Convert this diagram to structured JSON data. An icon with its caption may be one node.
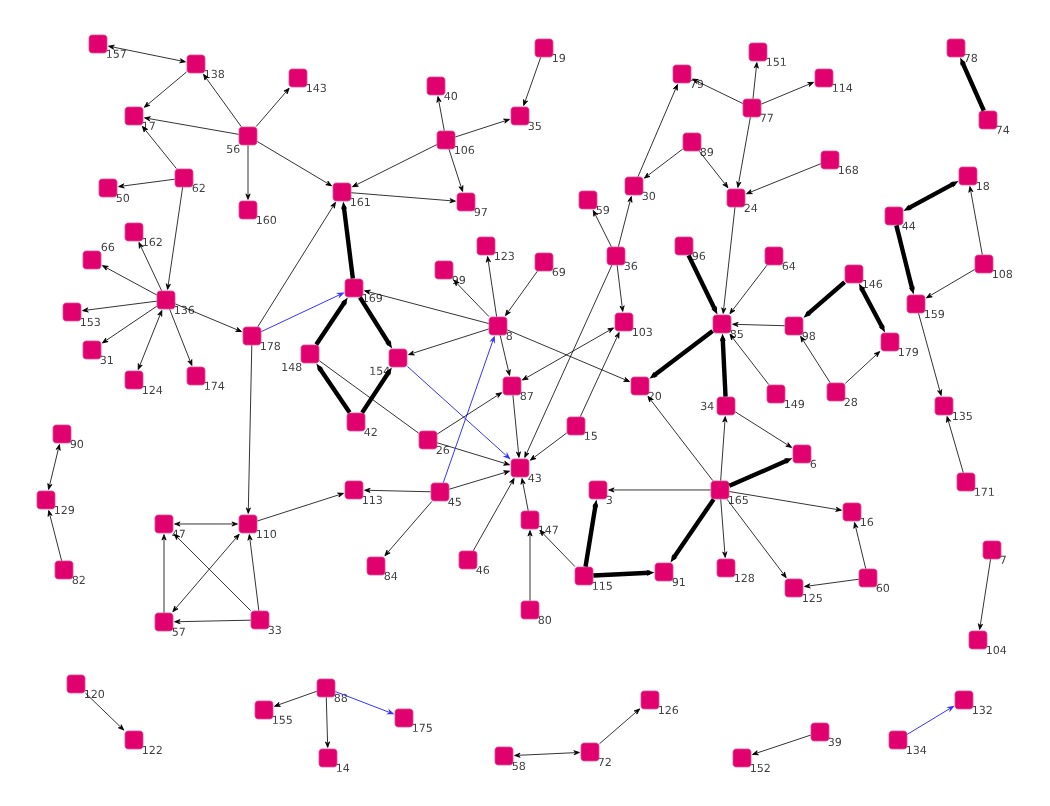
{
  "diagram": {
    "nodes": [
      {
        "text": [
          "157"
        ]
      },
      {
        "text": [
          "138"
        ]
      },
      {
        "text": [
          "143"
        ]
      },
      {
        "text": [
          "17"
        ]
      },
      {
        "text": [
          "56"
        ]
      },
      {
        "text": [
          "62"
        ]
      },
      {
        "text": [
          "50"
        ]
      },
      {
        "text": [
          "160"
        ]
      },
      {
        "text": [
          "161"
        ]
      },
      {
        "text": [
          "162"
        ]
      },
      {
        "text": [
          "66"
        ]
      },
      {
        "text": [
          "136"
        ]
      },
      {
        "text": [
          "153"
        ]
      },
      {
        "text": [
          "31"
        ]
      },
      {
        "text": [
          "124"
        ]
      },
      {
        "text": [
          "174"
        ]
      },
      {
        "text": [
          "178"
        ]
      },
      {
        "text": [
          "169"
        ]
      },
      {
        "text": [
          "148"
        ]
      },
      {
        "text": [
          "154"
        ]
      },
      {
        "text": [
          "42"
        ]
      },
      {
        "text": [
          "19"
        ]
      },
      {
        "text": [
          "40"
        ]
      },
      {
        "text": [
          "35"
        ]
      },
      {
        "text": [
          "106"
        ]
      },
      {
        "text": [
          "97"
        ]
      },
      {
        "text": [
          "123"
        ]
      },
      {
        "text": [
          "99"
        ]
      },
      {
        "text": [
          "69"
        ]
      },
      {
        "text": [
          "8"
        ]
      },
      {
        "text": [
          "87"
        ]
      },
      {
        "text": [
          "59"
        ]
      },
      {
        "text": [
          "30"
        ]
      },
      {
        "text": [
          "36"
        ]
      },
      {
        "text": [
          "103"
        ]
      },
      {
        "text": [
          "20"
        ]
      },
      {
        "text": [
          "79"
        ]
      },
      {
        "text": [
          "89"
        ]
      },
      {
        "text": [
          "151"
        ]
      },
      {
        "text": [
          "114"
        ]
      },
      {
        "text": [
          "77"
        ]
      },
      {
        "text": [
          "168"
        ]
      },
      {
        "text": [
          "24"
        ]
      },
      {
        "text": [
          "78"
        ]
      },
      {
        "text": [
          "74"
        ]
      },
      {
        "text": [
          "18"
        ]
      },
      {
        "text": [
          "44"
        ]
      },
      {
        "text": [
          "96"
        ]
      },
      {
        "text": [
          "64"
        ]
      },
      {
        "text": [
          "146"
        ]
      },
      {
        "text": [
          "108"
        ]
      },
      {
        "text": [
          "159"
        ]
      },
      {
        "text": [
          "85"
        ]
      },
      {
        "text": [
          "98"
        ]
      },
      {
        "text": [
          "179"
        ]
      },
      {
        "text": [
          "28"
        ]
      },
      {
        "text": [
          "149"
        ]
      },
      {
        "text": [
          "34"
        ]
      },
      {
        "text": [
          "135"
        ]
      },
      {
        "text": [
          "90"
        ]
      },
      {
        "text": [
          "129"
        ]
      },
      {
        "text": [
          "82"
        ]
      },
      {
        "text": [
          "47"
        ]
      },
      {
        "text": [
          "110"
        ]
      },
      {
        "text": [
          "57"
        ]
      },
      {
        "text": [
          "33"
        ]
      },
      {
        "text": [
          "26"
        ]
      },
      {
        "text": [
          "15"
        ]
      },
      {
        "text": [
          "43"
        ]
      },
      {
        "text": [
          "113"
        ]
      },
      {
        "text": [
          "45"
        ]
      },
      {
        "text": [
          "3"
        ]
      },
      {
        "text": [
          "147"
        ]
      },
      {
        "text": [
          "84"
        ]
      },
      {
        "text": [
          "46"
        ]
      },
      {
        "text": [
          "115"
        ]
      },
      {
        "text": [
          "91"
        ]
      },
      {
        "text": [
          "80"
        ]
      },
      {
        "text": [
          "6"
        ]
      },
      {
        "text": [
          "165"
        ]
      },
      {
        "text": [
          "16"
        ]
      },
      {
        "text": [
          "171"
        ]
      },
      {
        "text": [
          "128"
        ]
      },
      {
        "text": [
          "125"
        ]
      },
      {
        "text": [
          "60"
        ]
      },
      {
        "text": [
          "7"
        ]
      },
      {
        "text": [
          "104"
        ]
      },
      {
        "text": [
          "120"
        ]
      },
      {
        "text": [
          "122"
        ]
      },
      {
        "text": [
          "88"
        ]
      },
      {
        "text": [
          "155"
        ]
      },
      {
        "text": [
          "14"
        ]
      },
      {
        "text": [
          "175"
        ]
      },
      {
        "text": [
          "126"
        ]
      },
      {
        "text": [
          "58"
        ]
      },
      {
        "text": [
          "72"
        ]
      },
      {
        "text": [
          "39"
        ]
      },
      {
        "text": [
          "152"
        ]
      },
      {
        "text": [
          "134"
        ]
      },
      {
        "text": [
          "132"
        ]
      }
    ],
    "edges": [
      {
        "from": 0,
        "to": 1,
        "arrow": "both"
      },
      {
        "from": 4,
        "to": 1,
        "arrow": "to"
      },
      {
        "from": 1,
        "to": 3,
        "arrow": "to"
      },
      {
        "from": 4,
        "to": 2,
        "arrow": "to"
      },
      {
        "from": 4,
        "to": 3,
        "arrow": "to"
      },
      {
        "from": 5,
        "to": 3,
        "arrow": "to"
      },
      {
        "from": 5,
        "to": 6,
        "arrow": "to"
      },
      {
        "from": 4,
        "to": 7,
        "arrow": "to"
      },
      {
        "from": 4,
        "to": 8,
        "arrow": "to"
      },
      {
        "from": 5,
        "to": 11,
        "arrow": "to"
      },
      {
        "from": 11,
        "to": 9,
        "arrow": "to"
      },
      {
        "from": 11,
        "to": 10,
        "arrow": "to"
      },
      {
        "from": 11,
        "to": 12,
        "arrow": "to"
      },
      {
        "from": 11,
        "to": 13,
        "arrow": "to"
      },
      {
        "from": 11,
        "to": 14,
        "arrow": "both"
      },
      {
        "from": 11,
        "to": 15,
        "arrow": "to"
      },
      {
        "from": 11,
        "to": 16,
        "arrow": "to"
      },
      {
        "from": 16,
        "to": 8,
        "arrow": "to"
      },
      {
        "from": 16,
        "to": 17,
        "arrow": "to",
        "color": "#3333ff"
      },
      {
        "from": 17,
        "to": 8,
        "arrow": "to",
        "style": "thick"
      },
      {
        "from": 16,
        "to": 63,
        "arrow": "to"
      },
      {
        "from": 18,
        "to": 17,
        "arrow": "to",
        "style": "thick"
      },
      {
        "from": 20,
        "to": 18,
        "arrow": "to",
        "style": "thick"
      },
      {
        "from": 20,
        "to": 19,
        "arrow": "to",
        "style": "thick"
      },
      {
        "from": 17,
        "to": 19,
        "arrow": "to",
        "style": "thick"
      },
      {
        "from": 18,
        "to": 66,
        "arrow": "none"
      },
      {
        "from": 66,
        "to": 68,
        "arrow": "to"
      },
      {
        "from": 19,
        "to": 68,
        "arrow": "to",
        "color": "#3333ff"
      },
      {
        "from": 70,
        "to": 29,
        "arrow": "to",
        "color": "#3333ff"
      },
      {
        "from": 29,
        "to": 17,
        "arrow": "to"
      },
      {
        "from": 29,
        "to": 19,
        "arrow": "to"
      },
      {
        "from": 29,
        "to": 26,
        "arrow": "to"
      },
      {
        "from": 29,
        "to": 27,
        "arrow": "to"
      },
      {
        "from": 28,
        "to": 29,
        "arrow": "to"
      },
      {
        "from": 29,
        "to": 30,
        "arrow": "to"
      },
      {
        "from": 29,
        "to": 35,
        "arrow": "to"
      },
      {
        "from": 66,
        "to": 30,
        "arrow": "to"
      },
      {
        "from": 30,
        "to": 68,
        "arrow": "to"
      },
      {
        "from": 30,
        "to": 34,
        "arrow": "both"
      },
      {
        "from": 33,
        "to": 31,
        "arrow": "to"
      },
      {
        "from": 33,
        "to": 32,
        "arrow": "to"
      },
      {
        "from": 33,
        "to": 34,
        "arrow": "to"
      },
      {
        "from": 33,
        "to": 68,
        "arrow": "to"
      },
      {
        "from": 67,
        "to": 34,
        "arrow": "to"
      },
      {
        "from": 67,
        "to": 68,
        "arrow": "to"
      },
      {
        "from": 32,
        "to": 36,
        "arrow": "to"
      },
      {
        "from": 37,
        "to": 32,
        "arrow": "to"
      },
      {
        "from": 24,
        "to": 22,
        "arrow": "to"
      },
      {
        "from": 24,
        "to": 23,
        "arrow": "to"
      },
      {
        "from": 21,
        "to": 23,
        "arrow": "to"
      },
      {
        "from": 24,
        "to": 25,
        "arrow": "to"
      },
      {
        "from": 24,
        "to": 8,
        "arrow": "to"
      },
      {
        "from": 8,
        "to": 25,
        "arrow": "to"
      },
      {
        "from": 40,
        "to": 36,
        "arrow": "to"
      },
      {
        "from": 40,
        "to": 38,
        "arrow": "to"
      },
      {
        "from": 40,
        "to": 39,
        "arrow": "to"
      },
      {
        "from": 40,
        "to": 42,
        "arrow": "to"
      },
      {
        "from": 37,
        "to": 42,
        "arrow": "to"
      },
      {
        "from": 41,
        "to": 42,
        "arrow": "to"
      },
      {
        "from": 42,
        "to": 52,
        "arrow": "to"
      },
      {
        "from": 44,
        "to": 43,
        "arrow": "to",
        "style": "thick"
      },
      {
        "from": 46,
        "to": 45,
        "arrow": "both",
        "style": "thick"
      },
      {
        "from": 46,
        "to": 51,
        "arrow": "to",
        "style": "thick"
      },
      {
        "from": 50,
        "to": 45,
        "arrow": "to"
      },
      {
        "from": 50,
        "to": 51,
        "arrow": "to"
      },
      {
        "from": 51,
        "to": 58,
        "arrow": "to"
      },
      {
        "from": 81,
        "to": 58,
        "arrow": "to"
      },
      {
        "from": 47,
        "to": 52,
        "arrow": "to",
        "style": "thick"
      },
      {
        "from": 48,
        "to": 52,
        "arrow": "to"
      },
      {
        "from": 53,
        "to": 52,
        "arrow": "to"
      },
      {
        "from": 57,
        "to": 52,
        "arrow": "to",
        "style": "thick"
      },
      {
        "from": 56,
        "to": 52,
        "arrow": "to"
      },
      {
        "from": 49,
        "to": 53,
        "arrow": "to",
        "style": "thick"
      },
      {
        "from": 49,
        "to": 54,
        "arrow": "both",
        "style": "thick"
      },
      {
        "from": 55,
        "to": 53,
        "arrow": "to"
      },
      {
        "from": 55,
        "to": 54,
        "arrow": "to"
      },
      {
        "from": 52,
        "to": 35,
        "arrow": "to",
        "style": "thick"
      },
      {
        "from": 79,
        "to": 35,
        "arrow": "to"
      },
      {
        "from": 79,
        "to": 57,
        "arrow": "to"
      },
      {
        "from": 57,
        "to": 78,
        "arrow": "to"
      },
      {
        "from": 79,
        "to": 78,
        "arrow": "to",
        "style": "thick"
      },
      {
        "from": 79,
        "to": 80,
        "arrow": "to"
      },
      {
        "from": 79,
        "to": 83,
        "arrow": "to"
      },
      {
        "from": 79,
        "to": 82,
        "arrow": "to"
      },
      {
        "from": 79,
        "to": 71,
        "arrow": "to"
      },
      {
        "from": 79,
        "to": 76,
        "arrow": "to",
        "style": "thick"
      },
      {
        "from": 84,
        "to": 80,
        "arrow": "to"
      },
      {
        "from": 84,
        "to": 83,
        "arrow": "to"
      },
      {
        "from": 75,
        "to": 71,
        "arrow": "to",
        "style": "thick"
      },
      {
        "from": 75,
        "to": 76,
        "arrow": "to",
        "style": "thick"
      },
      {
        "from": 75,
        "to": 72,
        "arrow": "to"
      },
      {
        "from": 72,
        "to": 68,
        "arrow": "to"
      },
      {
        "from": 77,
        "to": 72,
        "arrow": "to"
      },
      {
        "from": 70,
        "to": 68,
        "arrow": "to"
      },
      {
        "from": 70,
        "to": 69,
        "arrow": "to"
      },
      {
        "from": 70,
        "to": 73,
        "arrow": "to"
      },
      {
        "from": 74,
        "to": 68,
        "arrow": "to"
      },
      {
        "from": 63,
        "to": 62,
        "arrow": "both"
      },
      {
        "from": 63,
        "to": 69,
        "arrow": "to"
      },
      {
        "from": 64,
        "to": 62,
        "arrow": "to"
      },
      {
        "from": 63,
        "to": 64,
        "arrow": "both"
      },
      {
        "from": 65,
        "to": 62,
        "arrow": "to"
      },
      {
        "from": 65,
        "to": 64,
        "arrow": "to"
      },
      {
        "from": 65,
        "to": 63,
        "arrow": "to"
      },
      {
        "from": 59,
        "to": 60,
        "arrow": "both"
      },
      {
        "from": 61,
        "to": 60,
        "arrow": "to"
      },
      {
        "from": 87,
        "to": 88,
        "arrow": "to"
      },
      {
        "from": 89,
        "to": 90,
        "arrow": "to"
      },
      {
        "from": 89,
        "to": 91,
        "arrow": "to"
      },
      {
        "from": 89,
        "to": 92,
        "arrow": "to",
        "color": "#3333ff"
      },
      {
        "from": 95,
        "to": 93,
        "arrow": "to"
      },
      {
        "from": 95,
        "to": 94,
        "arrow": "both"
      },
      {
        "from": 96,
        "to": 97,
        "arrow": "to"
      },
      {
        "from": 98,
        "to": 99,
        "arrow": "to",
        "color": "#3333ff"
      },
      {
        "from": 85,
        "to": 86,
        "arrow": "to"
      }
    ]
  }
}
